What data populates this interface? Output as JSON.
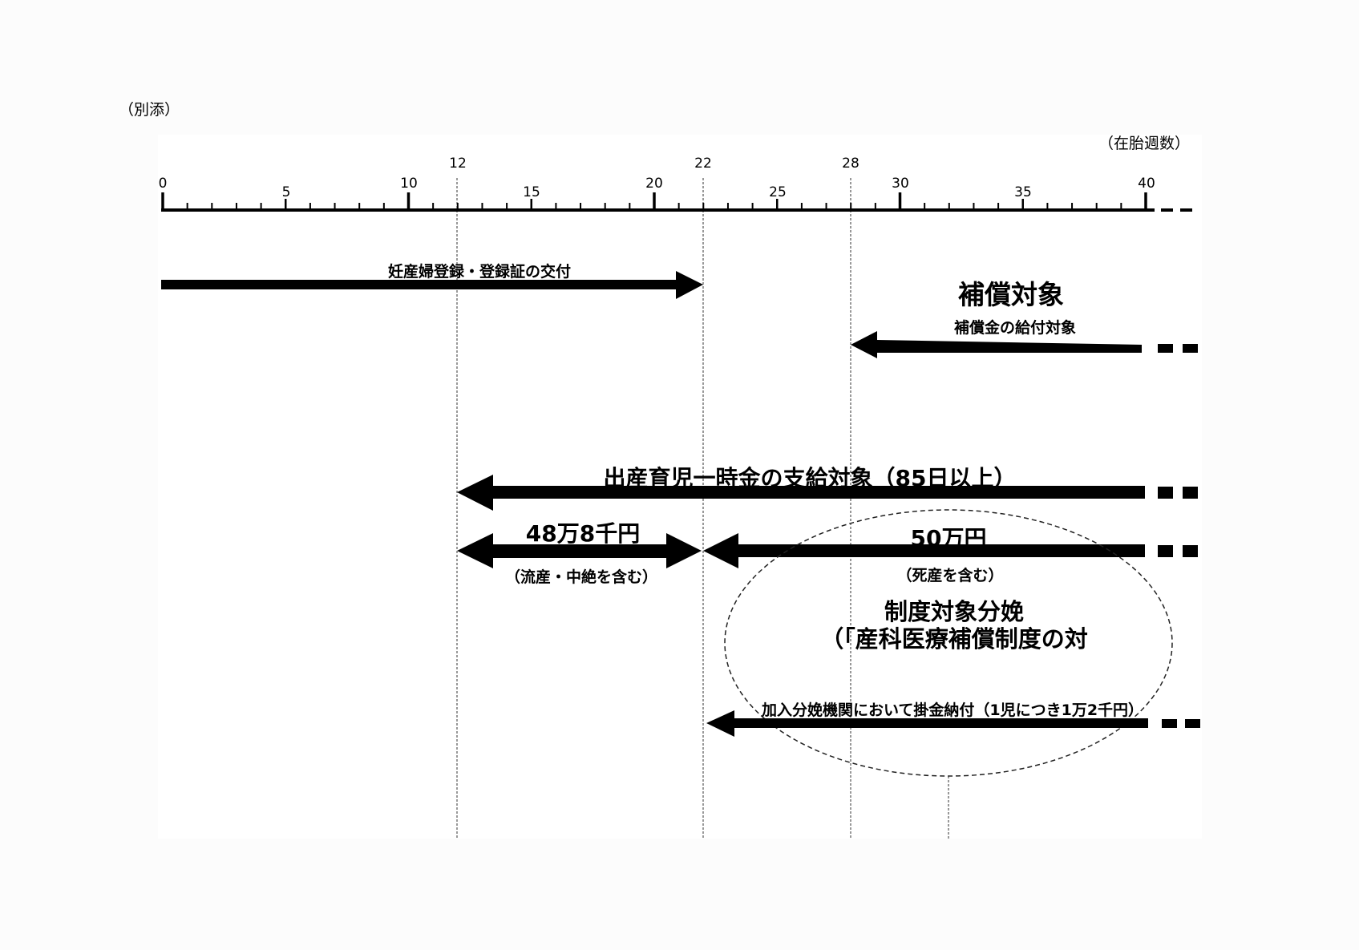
{
  "header": {
    "attachment_label": "（別添）"
  },
  "axis": {
    "unit_label": "（在胎週数）",
    "min": 0,
    "max": 40,
    "labeled_ticks": [
      0,
      5,
      10,
      15,
      20,
      25,
      30,
      35,
      40
    ],
    "emphasized_ticks": [
      12,
      22,
      28
    ]
  },
  "arrows": {
    "registration": {
      "label": "妊産婦登録・登録証の交付",
      "from": 0,
      "to": 22
    },
    "compensation": {
      "title": "補償対象",
      "label": "補償金の給付対象",
      "from": 40,
      "to": 28
    },
    "lump_sum": {
      "label": "出産育児一時金の支給対象（85日以上）",
      "from": 40,
      "to": 12
    },
    "amount_a": {
      "amount": "48万8千円",
      "note": "（流産・中絶を含む）",
      "from": 12,
      "to": 22
    },
    "amount_b": {
      "amount": "50万円",
      "note": "（死産を含む）",
      "from": 40,
      "to": 22
    },
    "premium": {
      "label": "加入分娩機関において掛金納付（1児につき1万2千円）",
      "from": 40,
      "to": 22
    }
  },
  "ellipse_label": {
    "line1": "制度対象分娩",
    "line2": "（「産科医療補償制度の対"
  }
}
